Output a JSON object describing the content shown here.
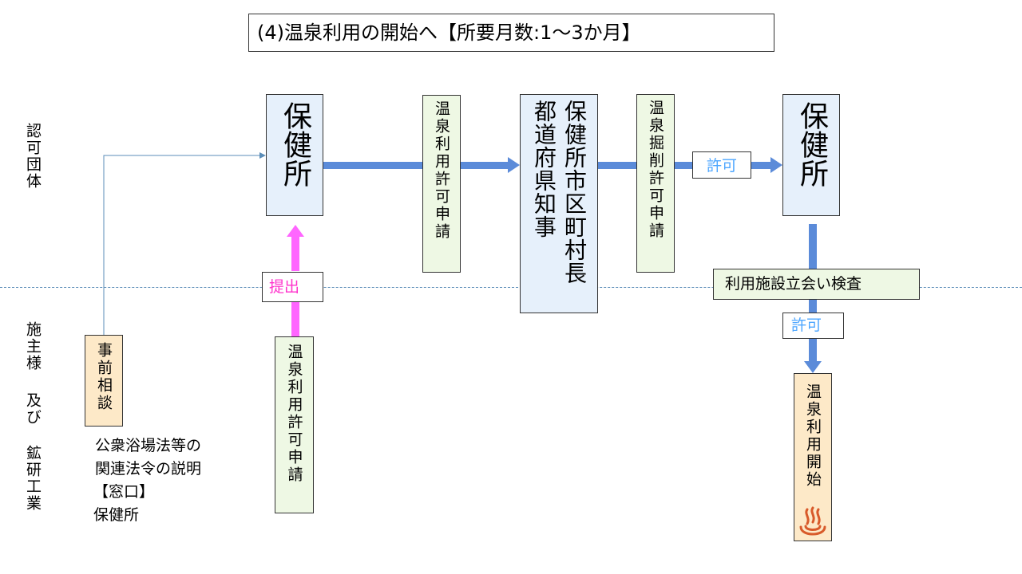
{
  "title": "(4)温泉利用の開始へ【所要月数:1〜3か月】",
  "lanes": {
    "upper": "認可団体",
    "lower": [
      "施主様",
      "及び",
      "鉱研工業"
    ]
  },
  "boxes": {
    "hokenjo_left": "保健所",
    "onsen_riyo_kyoka_top": "温泉利用許可申請",
    "governor": [
      "都道府県知事",
      "保健所市区町村長"
    ],
    "onsen_kussaku_kyoka": "温泉掘削許可申請",
    "hokenjo_right": "保健所",
    "jizen_sodan": "事前相談",
    "onsen_riyo_kyoka_bottom": "温泉利用許可申請",
    "onsen_riyo_kaishi": "温泉利用開始"
  },
  "labels": {
    "teishutsu": "提出",
    "kyoka_1": "許可",
    "inspection": "利用施設立会い検査",
    "kyoka_2": "許可"
  },
  "note": {
    "lines": [
      "公衆浴場法等の",
      "関連法令の説明",
      "【窓口】",
      "保健所"
    ]
  },
  "icons": {
    "onsen": "hot-spring-icon"
  },
  "colors": {
    "flow_arrow": "#5b8bd9",
    "submit_arrow": "#ff66ff",
    "submit_text": "#ff33cc",
    "permit_text": "#4da6ff",
    "thin_line": "#5b8db8",
    "onsen_icon": "#d85a2a"
  }
}
